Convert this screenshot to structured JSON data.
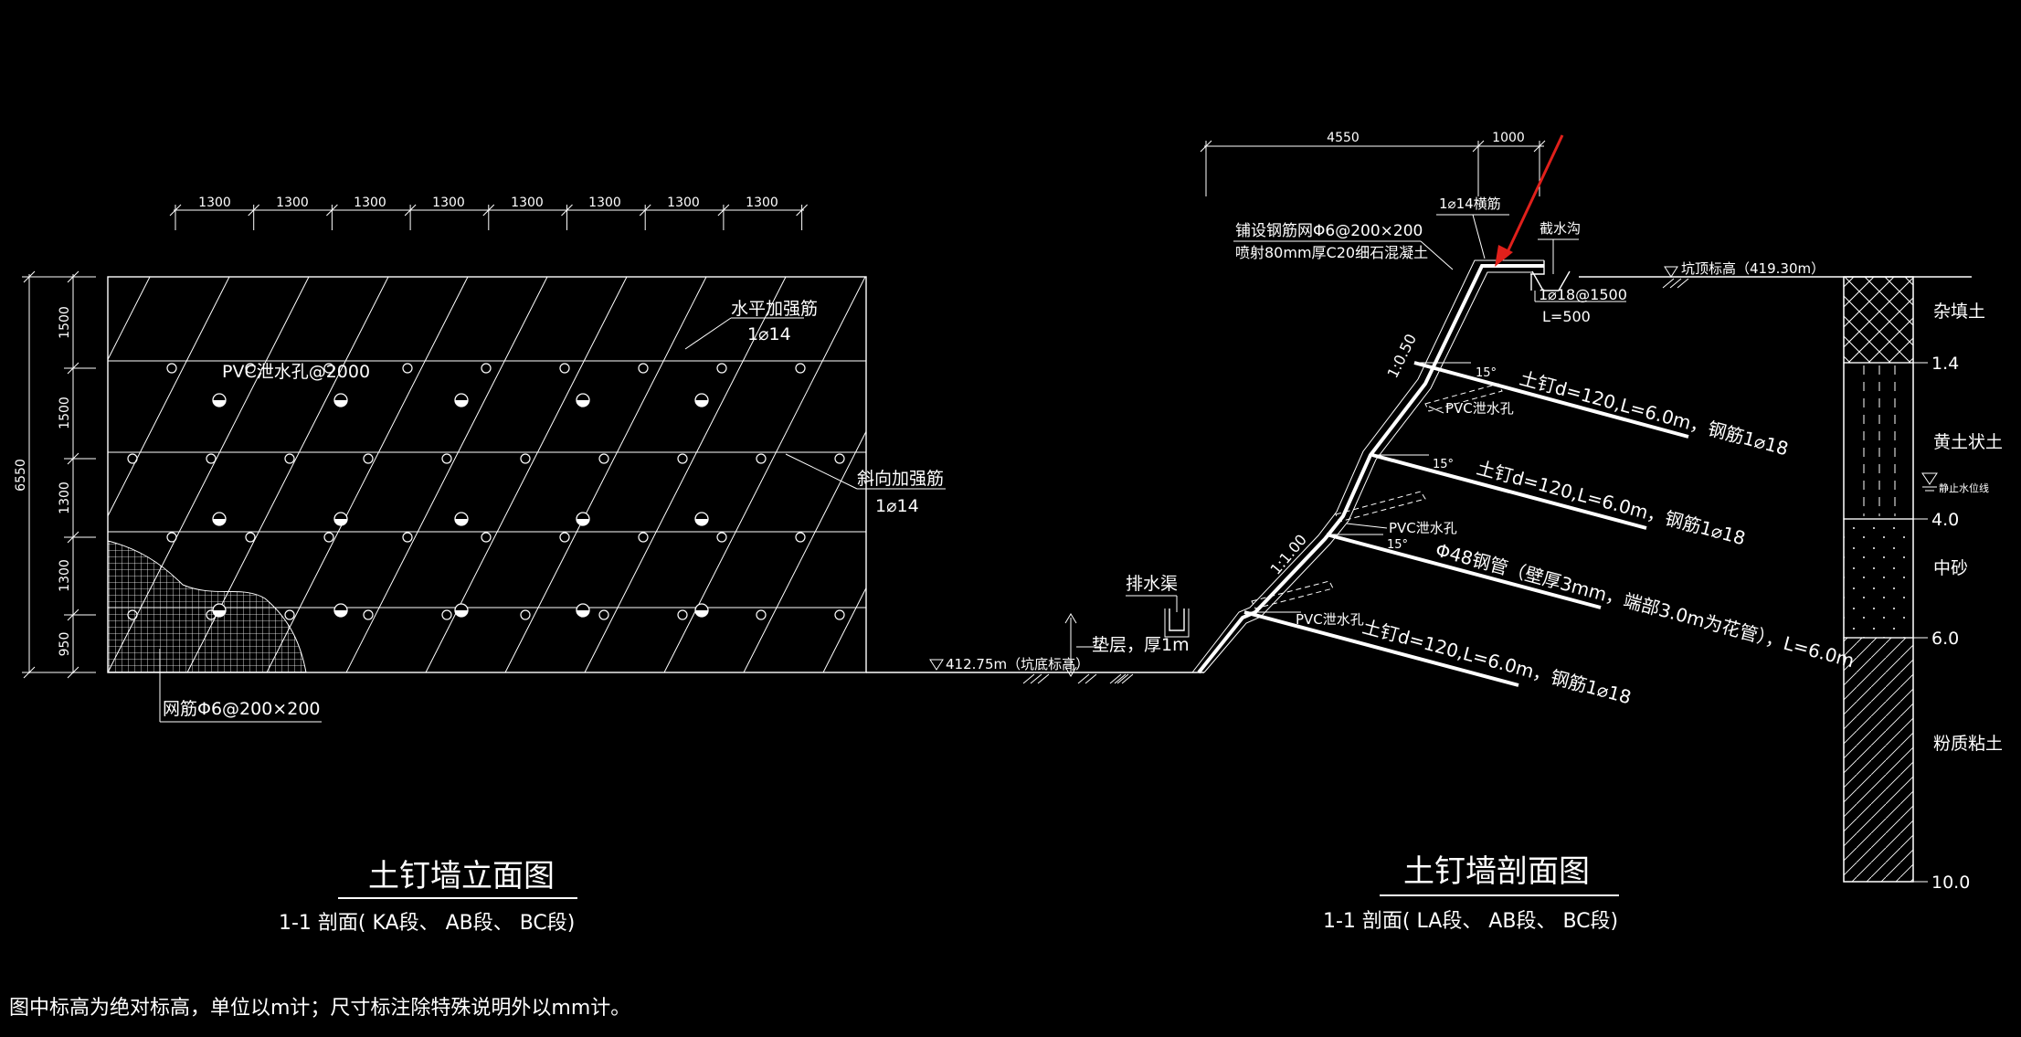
{
  "colors": {
    "background": "#000000",
    "lines": "#ffffff",
    "arrow": "#e0201b"
  },
  "elevation_view": {
    "dims_top": [
      "1300",
      "1300",
      "1300",
      "1300",
      "1300",
      "1300",
      "1300",
      "1300"
    ],
    "dims_left": [
      "1500",
      "1500",
      "1300",
      "1300",
      "950"
    ],
    "dim_total": "6550",
    "label_horizontal_bar": "水平加强筋",
    "label_horizontal_bar_spec": "1⌀14",
    "label_diagonal_bar": "斜向加强筋",
    "label_diagonal_bar_spec": "1⌀14",
    "label_pvc": "PVC泄水孔@2000",
    "label_mesh": "网筋Φ6@200×200",
    "label_pit_bottom": "412.75m（坑底标高）",
    "label_drain_channel": "排水渠",
    "label_cushion": "垫层，厚1m",
    "title": "土钉墙立面图",
    "subtitle": "1-1 剖面(      KA段、   AB段、   BC段)"
  },
  "section_view": {
    "dim_top_1": "4550",
    "dim_top_2": "1000",
    "label_purlin": "1⌀14横筋",
    "label_mesh": "铺设钢筋网Φ6@200×200",
    "label_shotcrete": "喷射80mm厚C20细石混凝土",
    "label_ditch": "截水沟",
    "label_top_elev": "坑顶标高（419.30m）",
    "label_anchor_bar": "1⌀18@1500",
    "label_anchor_len": "L=500",
    "slope_upper": "1:0.50",
    "slope_lower": "1:1.00",
    "angle_label": "15°",
    "pvc_label": "PVC泄水孔",
    "nail_1": "土钉d=120,L=6.0m，钢筋1⌀18",
    "nail_2": "土钉d=120,L=6.0m，钢筋1⌀18",
    "nail_3": "Φ48钢管（壁厚3mm，端部3.0m为花管），L=6.0m",
    "nail_4": "土钉d=120,L=6.0m，钢筋1⌀18",
    "title": "土钉墙剖面图",
    "subtitle": "1-1 剖面(      LA段、   AB段、   BC段)"
  },
  "soil_column": {
    "layers": [
      "杂填土",
      "黄土状土",
      "中砂",
      "粉质粘土"
    ],
    "depths": [
      "1.4",
      "4.0",
      "6.0",
      "10.0"
    ],
    "water_label": "静止水位线"
  },
  "notes": {
    "line1": "图中标高为绝对标高，单位以m计；尺寸标注除特殊说明外以mm计。"
  }
}
